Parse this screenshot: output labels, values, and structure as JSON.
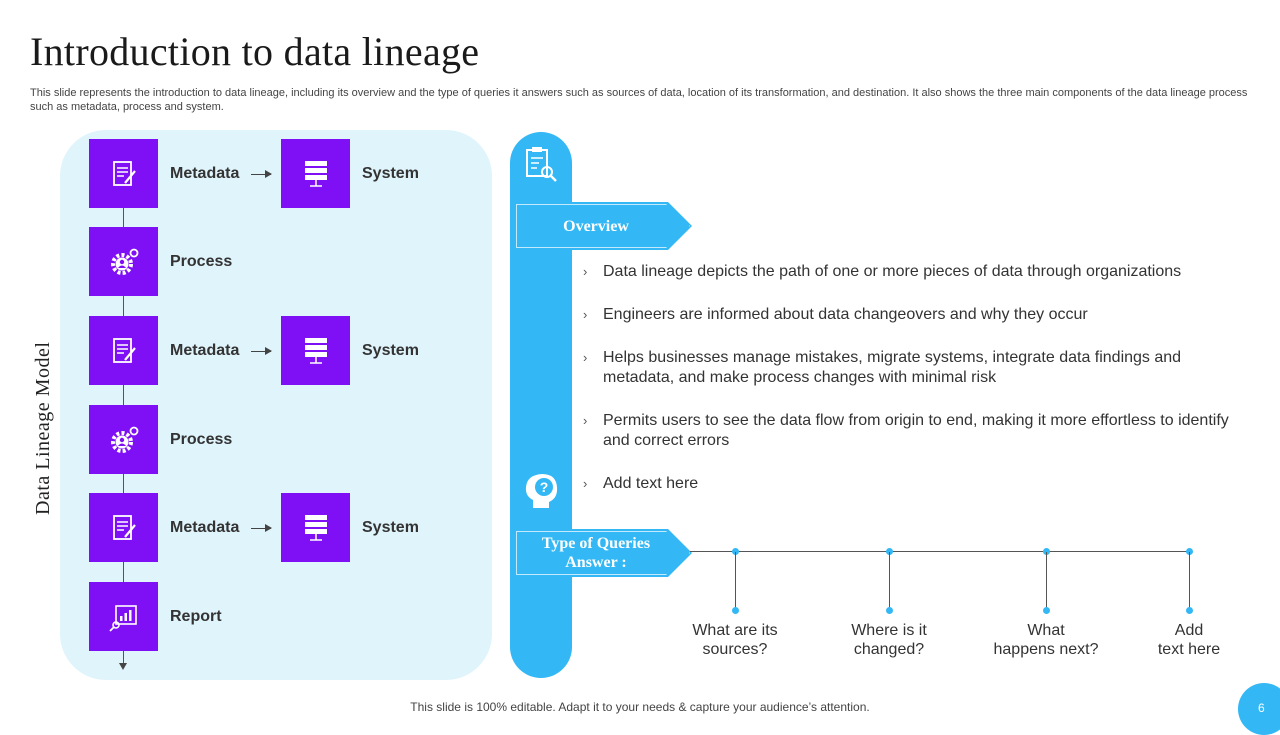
{
  "title": "Introduction to data lineage",
  "subtitle": "This slide represents the introduction to data lineage, including its overview and the type of queries it answers such as sources of data, location of its transformation, and destination. It also shows the three main components of the data lineage process such as metadata, process and system.",
  "model": {
    "label": "Data Lineage Model",
    "nodes": [
      {
        "label": "Metadata",
        "icon": "document-edit-icon",
        "system_label": "System",
        "system_icon": "server-icon"
      },
      {
        "label": "Process",
        "icon": "gear-user-icon"
      },
      {
        "label": "Metadata",
        "icon": "document-edit-icon",
        "system_label": "System",
        "system_icon": "server-icon"
      },
      {
        "label": "Process",
        "icon": "gear-user-icon"
      },
      {
        "label": "Metadata",
        "icon": "document-edit-icon",
        "system_label": "System",
        "system_icon": "server-icon"
      },
      {
        "label": "Report",
        "icon": "report-chart-icon"
      }
    ]
  },
  "overview": {
    "tag": "Overview",
    "bullets": [
      "Data lineage depicts the path of one or more pieces of data through  organizations",
      "Engineers are informed about data changeovers and why they occur",
      "Helps businesses manage mistakes, migrate systems, integrate data findings and metadata, and make process changes with minimal risk",
      "Permits users to see the data flow from origin to end, making it more effortless  to identify and correct errors",
      "Add text here"
    ]
  },
  "queries": {
    "tag_line1": "Type of Queries",
    "tag_line2": "Answer :",
    "items": [
      {
        "line1": "What are its",
        "line2": "sources?"
      },
      {
        "line1": "Where is it",
        "line2": "changed?"
      },
      {
        "line1": "What",
        "line2": "happens next?"
      },
      {
        "line1": "Add",
        "line2": "text here"
      }
    ]
  },
  "footer": "This slide is 100% editable. Adapt it to your needs & capture your audience’s attention.",
  "page_number": "6",
  "colors": {
    "purple": "#7f0ff5",
    "blue": "#33b8f5",
    "panel": "#e0f4fc"
  }
}
